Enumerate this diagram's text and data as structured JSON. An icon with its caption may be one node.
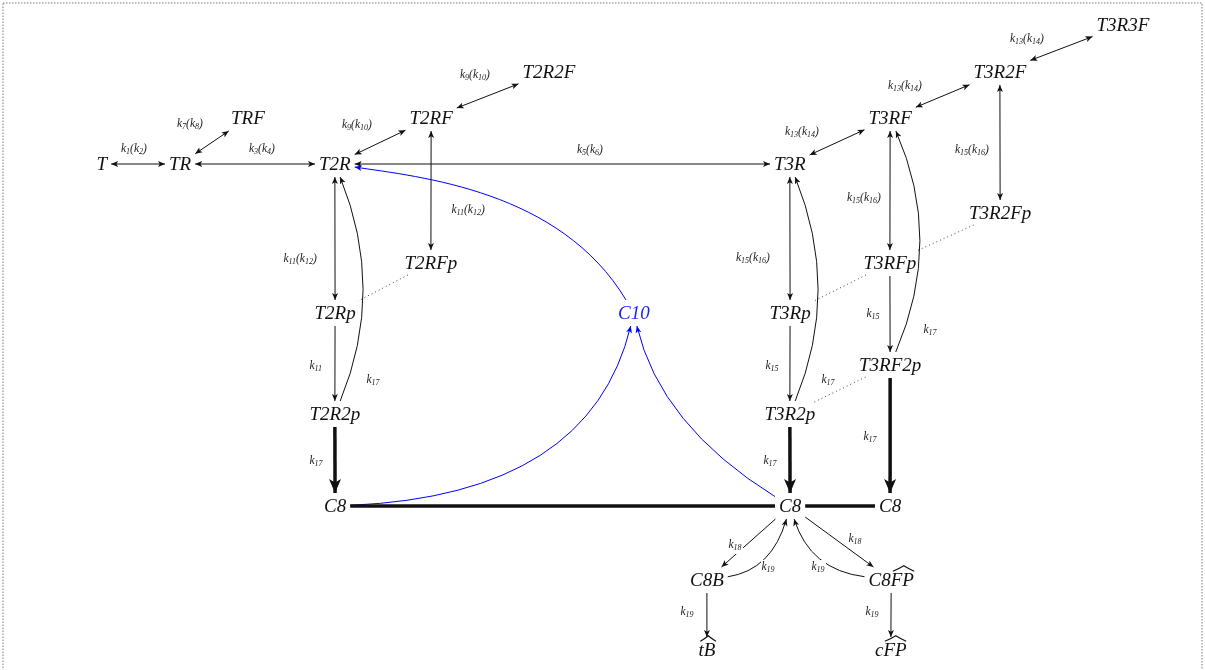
{
  "diagram": {
    "nodes": [
      {
        "text": [
          "T"
        ]
      },
      {
        "text": [
          "TR"
        ]
      },
      {
        "text": [
          "TRF"
        ]
      },
      {
        "text": [
          "T2R"
        ]
      },
      {
        "text": [
          "T2RF"
        ]
      },
      {
        "text": [
          "T2R2F"
        ]
      },
      {
        "text": [
          "T2RFp"
        ]
      },
      {
        "text": [
          "T2Rp"
        ]
      },
      {
        "text": [
          "T2R2p"
        ]
      },
      {
        "text": [
          "C8"
        ]
      },
      {
        "text": [
          "C10"
        ]
      },
      {
        "text": [
          "T3R"
        ]
      },
      {
        "text": [
          "T3RF"
        ]
      },
      {
        "text": [
          "T3R2F"
        ]
      },
      {
        "text": [
          "T3R3F"
        ]
      },
      {
        "text": [
          "T3R2Fp"
        ]
      },
      {
        "text": [
          "T3RFp"
        ]
      },
      {
        "text": [
          "T3Rp"
        ]
      },
      {
        "text": [
          "T3R2p"
        ]
      },
      {
        "text": [
          "T3RF2p"
        ]
      },
      {
        "text": [
          "C8"
        ]
      },
      {
        "text": [
          "C8"
        ]
      },
      {
        "text": [
          "C8B"
        ]
      },
      {
        "text": [
          "C8FP"
        ]
      },
      {
        "text": [
          "tB"
        ]
      },
      {
        "text": [
          "cFP"
        ]
      }
    ],
    "edges": [
      {
        "from": 0,
        "to": 1,
        "arrow": "both",
        "label": "k$_{1}$(k$_{2}$)"
      },
      {
        "from": 1,
        "to": 2,
        "arrow": "both",
        "label": "k$_{7}$(k$_{8}$)"
      },
      {
        "from": 1,
        "to": 3,
        "arrow": "both",
        "label": "k$_{3}$(k$_{4}$)"
      },
      {
        "from": 3,
        "to": 4,
        "arrow": "both",
        "label": "k$_{9}$(k$_{10}$)"
      },
      {
        "from": 4,
        "to": 5,
        "arrow": "both",
        "label": "k$_{9}$(k$_{10}$)"
      },
      {
        "from": 4,
        "to": 6,
        "arrow": "both",
        "label": "k$_{11}$(k$_{12}$)"
      },
      {
        "from": 3,
        "to": 11,
        "arrow": "both",
        "label": "k$_{5}$(k$_{6}$)"
      },
      {
        "from": 3,
        "to": 7,
        "arrow": "both",
        "label": "k$_{11}$(k$_{12}$)"
      },
      {
        "from": 7,
        "to": 8,
        "arrow": "to",
        "label": "k$_{11}$"
      },
      {
        "from": 8,
        "to": 3,
        "arrow": "to",
        "label": "k$_{17}$"
      },
      {
        "from": 8,
        "to": 9,
        "arrow": "to",
        "label": "k$_{17}$",
        "style": "thick"
      },
      {
        "from": 10,
        "to": 3,
        "arrow": "to",
        "color": "#0000ff"
      },
      {
        "from": 9,
        "to": 10,
        "arrow": "to",
        "color": "#0000ff"
      },
      {
        "from": 20,
        "to": 10,
        "arrow": "to",
        "color": "#0000ff"
      },
      {
        "from": 9,
        "to": 20,
        "arrow": "none",
        "style": "thick"
      },
      {
        "from": 20,
        "to": 21,
        "arrow": "none",
        "style": "thick"
      },
      {
        "from": 11,
        "to": 12,
        "arrow": "both",
        "label": "k$_{13}$(k$_{14}$)"
      },
      {
        "from": 12,
        "to": 13,
        "arrow": "both",
        "label": "k$_{13}$(k$_{14}$)"
      },
      {
        "from": 13,
        "to": 14,
        "arrow": "both",
        "label": "k$_{13}$(k$_{14}$)"
      },
      {
        "from": 13,
        "to": 15,
        "arrow": "both",
        "label": "k$_{15}$(k$_{16}$)"
      },
      {
        "from": 12,
        "to": 16,
        "arrow": "both",
        "label": "k$_{15}$(k$_{16}$)"
      },
      {
        "from": 11,
        "to": 17,
        "arrow": "both",
        "label": "k$_{15}$(k$_{16}$)"
      },
      {
        "from": 17,
        "to": 18,
        "arrow": "to",
        "label": "k$_{15}$"
      },
      {
        "from": 18,
        "to": 11,
        "arrow": "to",
        "label": "k$_{17}$"
      },
      {
        "from": 16,
        "to": 19,
        "arrow": "to",
        "label": "k$_{15}$"
      },
      {
        "from": 19,
        "to": 12,
        "arrow": "to",
        "label": "k$_{17}$"
      },
      {
        "from": 18,
        "to": 20,
        "arrow": "to",
        "label": "k$_{17}$",
        "style": "thick"
      },
      {
        "from": 19,
        "to": 21,
        "arrow": "to",
        "label": "k$_{17}$",
        "style": "thick"
      },
      {
        "from": 20,
        "to": 22,
        "arrow": "to",
        "label": "k$_{18}$"
      },
      {
        "from": 22,
        "to": 20,
        "arrow": "to",
        "label": "k$_{19}$"
      },
      {
        "from": 20,
        "to": 23,
        "arrow": "to",
        "label": "k$_{18}$"
      },
      {
        "from": 23,
        "to": 20,
        "arrow": "to",
        "label": "k$_{19}$"
      },
      {
        "from": 22,
        "to": 24,
        "arrow": "to",
        "label": "k$_{19}$"
      },
      {
        "from": 23,
        "to": 25,
        "arrow": "to",
        "label": "k$_{19}$"
      },
      {
        "from": 6,
        "to": 7,
        "arrow": "none",
        "style": "dashed"
      },
      {
        "from": 15,
        "to": 16,
        "arrow": "none",
        "style": "dashed"
      },
      {
        "from": 16,
        "to": 17,
        "arrow": "none",
        "style": "dashed"
      },
      {
        "from": 19,
        "to": 18,
        "arrow": "none",
        "style": "dashed"
      }
    ]
  }
}
